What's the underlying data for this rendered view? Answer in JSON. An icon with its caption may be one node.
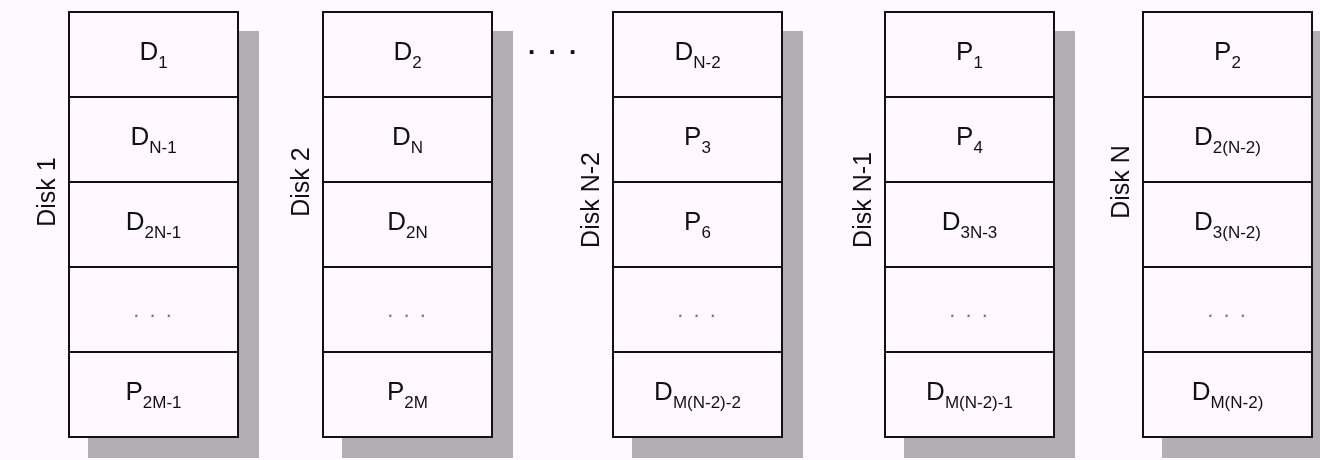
{
  "diagram": {
    "nodes": [
      {
        "text": [
          "Disk 1"
        ]
      },
      {
        "text": [
          "D$_{1}$"
        ],
        "in": 0
      },
      {
        "text": [
          "D$_{N-1}$"
        ],
        "in": 0
      },
      {
        "text": [
          "D$_{2N-1}$"
        ],
        "in": 0
      },
      {
        "text": [
          ". . ."
        ],
        "in": 0
      },
      {
        "text": [
          "P$_{2M-1}$"
        ],
        "in": 0
      },
      {
        "text": [
          "Disk 2"
        ]
      },
      {
        "text": [
          "D$_{2}$"
        ],
        "in": 6
      },
      {
        "text": [
          "D$_{N}$"
        ],
        "in": 6
      },
      {
        "text": [
          "D$_{2N}$"
        ],
        "in": 6
      },
      {
        "text": [
          ". . ."
        ],
        "in": 6
      },
      {
        "text": [
          "P$_{2M}$"
        ],
        "in": 6
      },
      {
        "text": [
          "Disk N-2"
        ]
      },
      {
        "text": [
          "D$_{N-2}$"
        ],
        "in": 12
      },
      {
        "text": [
          "P$_{3}$"
        ],
        "in": 12
      },
      {
        "text": [
          "P$_{6}$"
        ],
        "in": 12
      },
      {
        "text": [
          ". . ."
        ],
        "in": 12
      },
      {
        "text": [
          "D$_{M(N-2)-2}$"
        ],
        "in": 12
      },
      {
        "text": [
          "Disk N-1"
        ]
      },
      {
        "text": [
          "P$_{1}$"
        ],
        "in": 18
      },
      {
        "text": [
          "P$_{4}$"
        ],
        "in": 18
      },
      {
        "text": [
          "D$_{3N-3}$"
        ],
        "in": 18
      },
      {
        "text": [
          ". . ."
        ],
        "in": 18
      },
      {
        "text": [
          "D$_{M(N-2)-1}$"
        ],
        "in": 18
      },
      {
        "text": [
          "Disk N"
        ]
      },
      {
        "text": [
          "P$_{2}$"
        ],
        "in": 24
      },
      {
        "text": [
          "D$_{2(N-2)}$"
        ],
        "in": 24
      },
      {
        "text": [
          "D$_{3(N-2)}$"
        ],
        "in": 24
      },
      {
        "text": [
          ". . ."
        ],
        "in": 24
      },
      {
        "text": [
          "D$_{M(N-2)}$"
        ],
        "in": 24
      }
    ],
    "labels": [
      ". . ."
    ]
  }
}
